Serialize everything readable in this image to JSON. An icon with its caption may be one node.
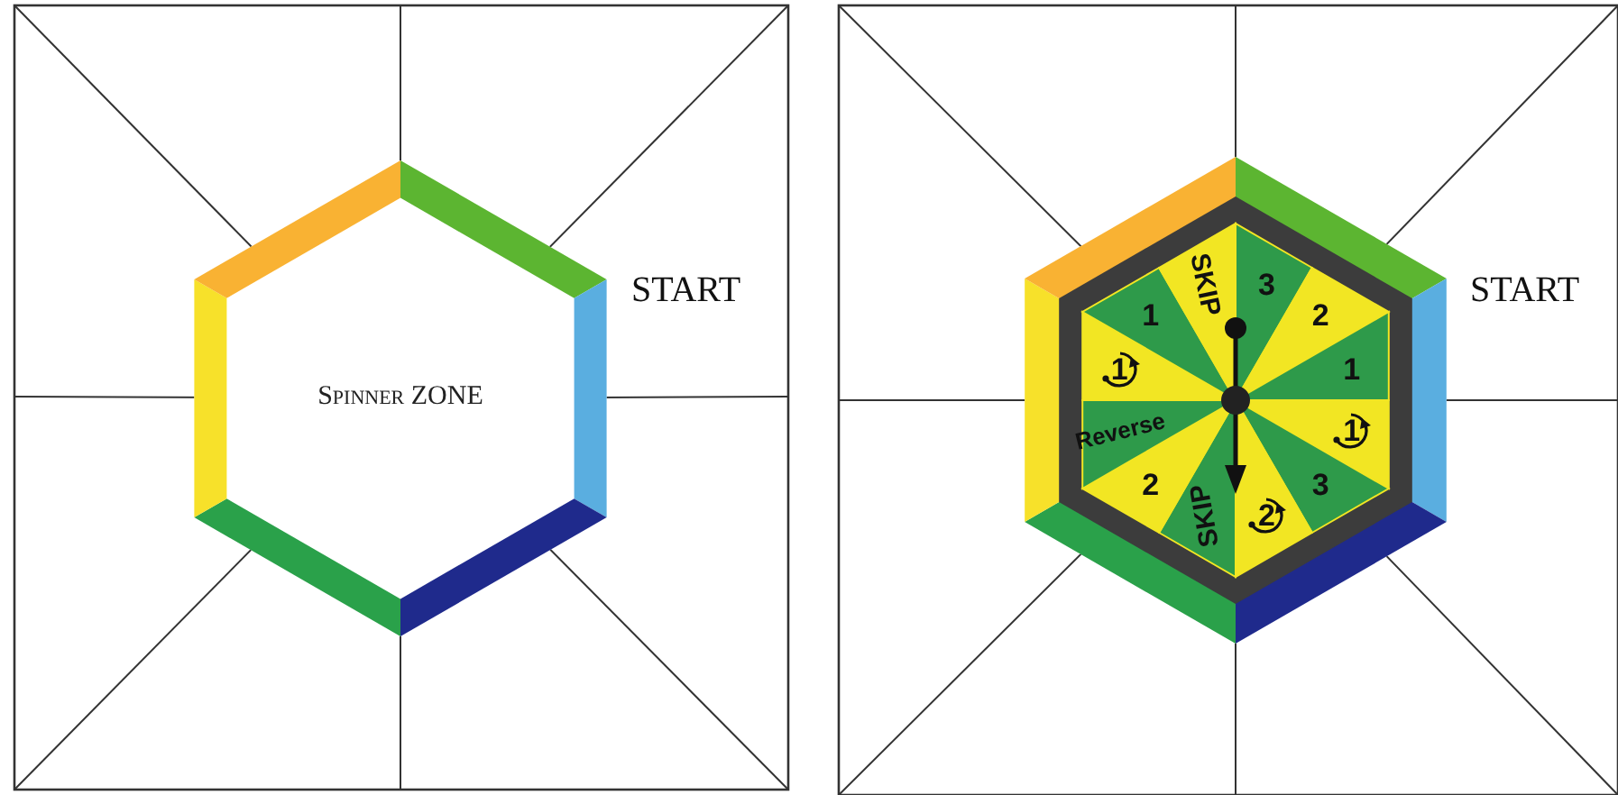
{
  "diagram": {
    "nodes": [
      {
        "text": [
          "Spinner ZONE"
        ]
      }
    ],
    "labels": [
      "START",
      "START",
      "3",
      "2",
      "1",
      "1",
      "3",
      "2",
      "SKIP",
      "2",
      "Reverse",
      "1",
      "1",
      "SKIP"
    ]
  }
}
